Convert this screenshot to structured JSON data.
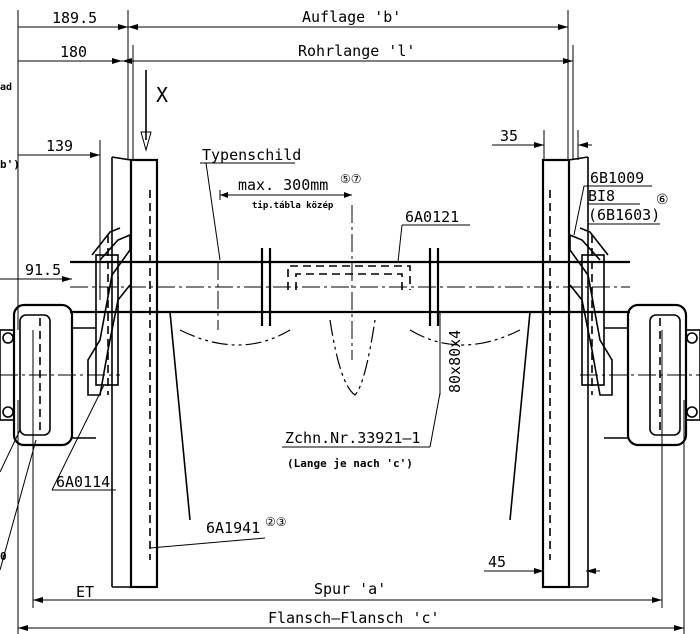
{
  "dimensions": {
    "d189": "189.5",
    "d180": "180",
    "d139": "139",
    "d91": "91.5",
    "d35": "35",
    "d45": "45",
    "auflage": "Auflage 'b'",
    "rohrlange": "Rohrlange 'l'",
    "spur": "Spur 'a'",
    "flansch": "Flansch–Flansch 'c'",
    "tube_section": "80x80x4"
  },
  "labels": {
    "view_x": "X",
    "typenschild": "Typenschild",
    "max_dist": "max. 300mm",
    "max_dist_notes": "⑤⑦",
    "tip_tabla": "tip.tábla közép",
    "part_6A0121": "6A0121",
    "part_6B1009": "6B1009",
    "part_BI8": "BI8",
    "part_6B1603": "(6B1603)",
    "note_6": "⑥",
    "part_6A0114": "6A0114",
    "part_6A1941": "6A1941",
    "part_6A1941_notes": "②③",
    "zchn_nr": "Zchn.Nr.33921–1",
    "lange_note": "(Lange je nach 'c')",
    "et": "ET",
    "edge_fragment_1": "ad",
    "edge_fragment_2": "b')",
    "edge_fragment_3": "0"
  }
}
